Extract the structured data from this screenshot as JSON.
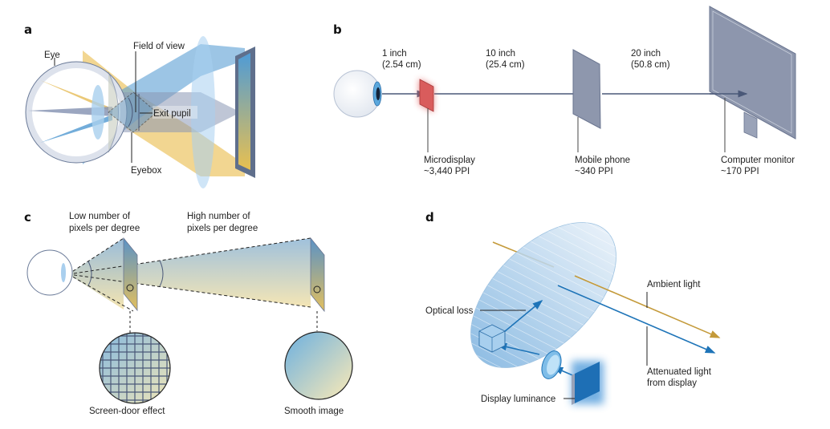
{
  "panels": {
    "a": {
      "letter": "a",
      "labels": {
        "eye": "Eye",
        "field_of_view": "Field of view",
        "exit_pupil": "Exit pupil",
        "eyebox": "Eyebox"
      }
    },
    "b": {
      "letter": "b",
      "distances": [
        {
          "line1": "1 inch",
          "line2": "(2.54 cm)"
        },
        {
          "line1": "10 inch",
          "line2": "(25.4 cm)"
        },
        {
          "line1": "20 inch",
          "line2": "(50.8 cm)"
        }
      ],
      "devices": [
        {
          "name": "Microdisplay",
          "ppi": "~3,440 PPI"
        },
        {
          "name": "Mobile phone",
          "ppi": "~340 PPI"
        },
        {
          "name": "Computer monitor",
          "ppi": "~170 PPI"
        }
      ]
    },
    "c": {
      "letter": "c",
      "low": {
        "line1": "Low number of",
        "line2": "pixels per degree"
      },
      "high": {
        "line1": "High number of",
        "line2": "pixels per degree"
      },
      "screen_door": "Screen-door effect",
      "smooth": "Smooth image"
    },
    "d": {
      "letter": "d",
      "labels": {
        "ambient": "Ambient light",
        "optical_loss": "Optical loss",
        "attenuated_line1": "Attenuated light",
        "attenuated_line2": "from display",
        "display_luminance": "Display luminance"
      }
    }
  },
  "colors": {
    "blue": "#5a9fd4",
    "yellow": "#e8c060",
    "slate": "#5f6f8c",
    "device_gray": "#8e97ad",
    "micro_red": "#d95c5c",
    "ambient": "#c49a3a",
    "display_blue": "#1e74b8"
  }
}
